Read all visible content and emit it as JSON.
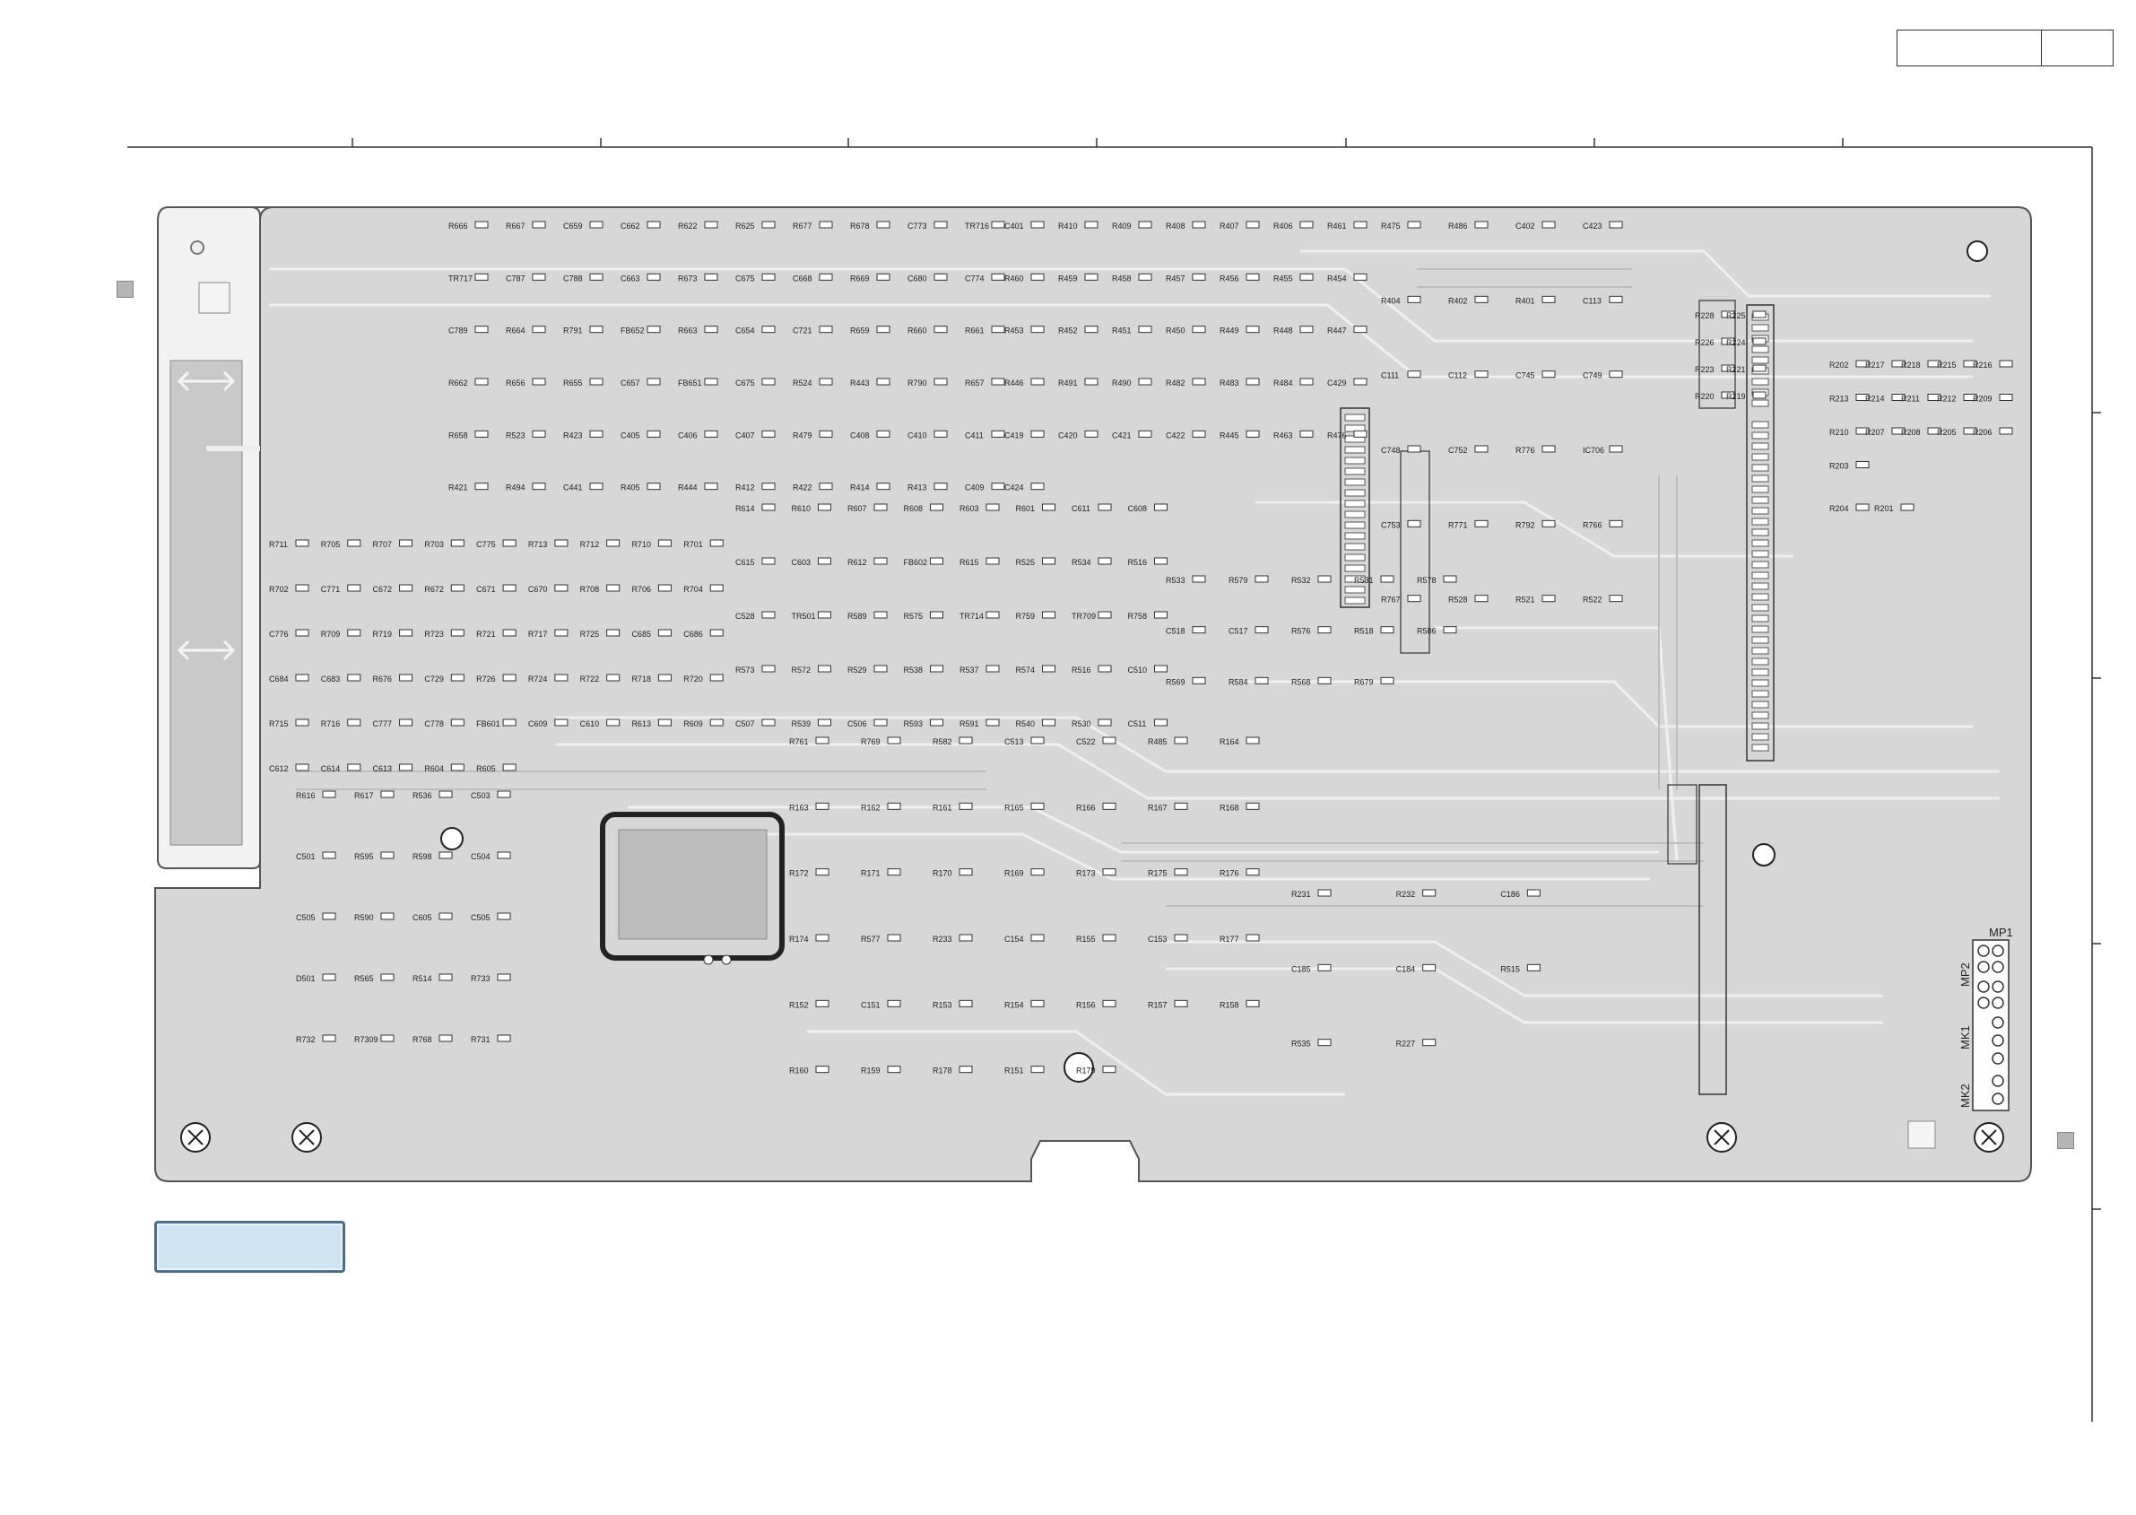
{
  "diagram": {
    "type": "pcb-silkscreen-layout",
    "title_block_cells": [
      "",
      ""
    ],
    "legend_tab_text": "",
    "component_labels": [
      "R666",
      "R667",
      "C659",
      "C662",
      "R622",
      "R625",
      "R677",
      "R678",
      "C773",
      "TR716",
      "TR717",
      "C787",
      "C788",
      "C663",
      "R673",
      "C675",
      "C668",
      "R669",
      "C680",
      "C774",
      "C789",
      "R664",
      "R791",
      "FB652",
      "R663",
      "C654",
      "C721",
      "R659",
      "R660",
      "R661",
      "R662",
      "R656",
      "R655",
      "C657",
      "FB651",
      "C675",
      "R524",
      "R443",
      "R790",
      "R657",
      "R658",
      "R523",
      "R423",
      "C405",
      "C406",
      "C407",
      "R479",
      "C408",
      "C410",
      "C411",
      "R421",
      "R494",
      "C441",
      "R405",
      "R444",
      "R412",
      "R422",
      "R414",
      "R413",
      "C409",
      "C401",
      "R410",
      "R409",
      "R408",
      "R407",
      "R406",
      "R461",
      "R460",
      "R459",
      "R458",
      "R457",
      "R456",
      "R455",
      "R454",
      "R453",
      "R452",
      "R451",
      "R450",
      "R449",
      "R448",
      "R447",
      "R446",
      "R491",
      "R490",
      "R482",
      "R483",
      "R484",
      "C429",
      "C419",
      "C420",
      "C421",
      "C422",
      "R445",
      "R463",
      "R476",
      "C424",
      "R475",
      "R486",
      "C402",
      "C423",
      "R404",
      "R402",
      "R401",
      "C113",
      "C111",
      "C112",
      "C745",
      "C749",
      "C748",
      "C752",
      "R776",
      "IC706",
      "C753",
      "R771",
      "R792",
      "R766",
      "R767",
      "R528",
      "R521",
      "R522",
      "R711",
      "R705",
      "R707",
      "R703",
      "C775",
      "R713",
      "R712",
      "R710",
      "R701",
      "R702",
      "C771",
      "C672",
      "R672",
      "C671",
      "C670",
      "R708",
      "R706",
      "R704",
      "C776",
      "R709",
      "R719",
      "R723",
      "R721",
      "R717",
      "R725",
      "C685",
      "C686",
      "C684",
      "C683",
      "R676",
      "C729",
      "R726",
      "R724",
      "R722",
      "R718",
      "R720",
      "R715",
      "R716",
      "C777",
      "C778",
      "FB601",
      "C609",
      "C610",
      "R613",
      "R609",
      "C612",
      "C614",
      "C613",
      "R604",
      "R605",
      "R614",
      "R610",
      "R607",
      "R608",
      "R603",
      "R601",
      "C611",
      "C608",
      "C615",
      "C603",
      "R612",
      "FB602",
      "R615",
      "R525",
      "R534",
      "R516",
      "C528",
      "TR501",
      "R589",
      "R575",
      "TR714",
      "R759",
      "TR709",
      "R758",
      "R573",
      "R572",
      "R529",
      "R538",
      "R537",
      "R574",
      "R516",
      "C510",
      "C507",
      "R539",
      "C506",
      "R593",
      "R591",
      "R540",
      "R530",
      "C511",
      "R533",
      "R579",
      "R532",
      "R531",
      "R578",
      "C518",
      "C517",
      "R576",
      "R518",
      "R586",
      "R569",
      "R584",
      "R568",
      "R679",
      "R616",
      "R617",
      "R536",
      "C503",
      "C501",
      "R595",
      "R598",
      "C504",
      "C505",
      "R590",
      "C605",
      "C505",
      "D501",
      "R565",
      "R514",
      "R733",
      "R732",
      "R7309",
      "R768",
      "R731",
      "R761",
      "R769",
      "R582",
      "C513",
      "C522",
      "R485",
      "R164",
      "R163",
      "R162",
      "R161",
      "R165",
      "R166",
      "R167",
      "R168",
      "R172",
      "R171",
      "R170",
      "R169",
      "R173",
      "R175",
      "R176",
      "R174",
      "R577",
      "R233",
      "C154",
      "R155",
      "C153",
      "R177",
      "R152",
      "C151",
      "R153",
      "R154",
      "R156",
      "R157",
      "R158",
      "R160",
      "R159",
      "R178",
      "R151",
      "R179",
      "R231",
      "R232",
      "C186",
      "C185",
      "C184",
      "R515",
      "R535",
      "R227",
      "R228",
      "R225",
      "R226",
      "R224",
      "R223",
      "R221",
      "R220",
      "R219",
      "R202",
      "R217",
      "R218",
      "R215",
      "R216",
      "R213",
      "R214",
      "R211",
      "R212",
      "R209",
      "R210",
      "R207",
      "R208",
      "R205",
      "R206",
      "R203",
      "R204",
      "R201"
    ],
    "connectors": [
      "MP1",
      "MP2",
      "MK1",
      "MK2"
    ]
  }
}
